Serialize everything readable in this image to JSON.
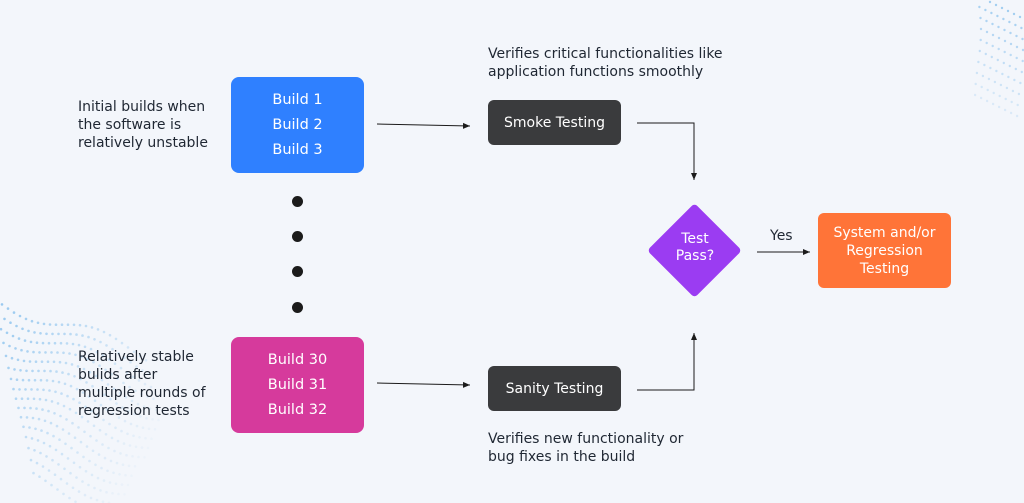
{
  "notes": {
    "top_left": "Initial builds when\nthe software is\nrelatively unstable",
    "bottom_left": "Relatively stable\nbulids after\nmultiple rounds of\nregression tests",
    "top_right": "Verifies critical functionalities like\napplication functions smoothly",
    "bottom_right": "Verifies new functionality or\nbug fixes in the build"
  },
  "early_builds": [
    "Build 1",
    "Build 2",
    "Build 3"
  ],
  "stable_builds": [
    "Build 30",
    "Build 31",
    "Build 32"
  ],
  "smoke_testing": "Smoke Testing",
  "sanity_testing": "Sanity Testing",
  "decision": "Test\nPass?",
  "yes_label": "Yes",
  "result": "System and/or\nRegression\nTesting",
  "colors": {
    "early_builds": "#2f80ff",
    "stable_builds": "#d63a9c",
    "test_box": "#3a3b3d",
    "decision": "#9b3cf2",
    "result": "#ff7438",
    "background": "#f3f6fb",
    "pattern": "#8fc4ee"
  }
}
